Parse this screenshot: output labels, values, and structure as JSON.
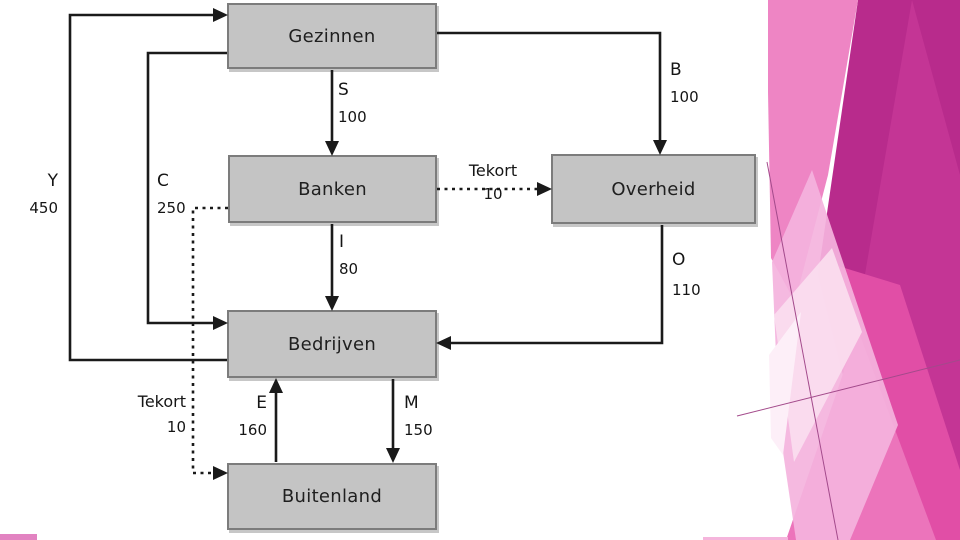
{
  "diagram": {
    "description": "Economische kringloop (circular flow) diagram",
    "nodes": [
      {
        "id": "gezinnen",
        "label": "Gezinnen"
      },
      {
        "id": "banken",
        "label": "Banken"
      },
      {
        "id": "overheid",
        "label": "Overheid"
      },
      {
        "id": "bedrijven",
        "label": "Bedrijven"
      },
      {
        "id": "buitenland",
        "label": "Buitenland"
      }
    ],
    "flows": [
      {
        "id": "Y",
        "label": "Y",
        "value": "450",
        "from": "Bedrijven",
        "to": "Gezinnen",
        "style": "solid"
      },
      {
        "id": "C",
        "label": "C",
        "value": "250",
        "from": "Gezinnen",
        "to": "Bedrijven",
        "style": "solid"
      },
      {
        "id": "S",
        "label": "S",
        "value": "100",
        "from": "Gezinnen",
        "to": "Banken",
        "style": "solid"
      },
      {
        "id": "B",
        "label": "B",
        "value": "100",
        "from": "Gezinnen",
        "to": "Overheid",
        "style": "solid"
      },
      {
        "id": "tekort-overheid",
        "label": "Tekort",
        "value": "10",
        "from": "Banken",
        "to": "Overheid",
        "style": "dotted"
      },
      {
        "id": "I",
        "label": "I",
        "value": "80",
        "from": "Banken",
        "to": "Bedrijven",
        "style": "solid"
      },
      {
        "id": "O",
        "label": "O",
        "value": "110",
        "from": "Overheid",
        "to": "Bedrijven",
        "style": "solid"
      },
      {
        "id": "tekort-buitenland",
        "label": "Tekort",
        "value": "10",
        "from": "Banken",
        "to": "Buitenland",
        "style": "dotted"
      },
      {
        "id": "E",
        "label": "E",
        "value": "160",
        "from": "Buitenland",
        "to": "Bedrijven",
        "style": "solid"
      },
      {
        "id": "M",
        "label": "M",
        "value": "150",
        "from": "Bedrijven",
        "to": "Buitenland",
        "style": "solid"
      }
    ],
    "colors": {
      "node_fill": "#c4c4c4",
      "node_border": "#7c7c7c",
      "line": "#1a1a1a"
    }
  },
  "decoration": {
    "theme": "facet-pink-slide-edge",
    "colors": {
      "light": "#ee85c4",
      "dark": "#b82b8c",
      "mid": "#c63797",
      "bright": "#e14ea6",
      "medium": "#ec74bb",
      "band": "#f4b3dd",
      "pale": "#fadcee",
      "palest": "#fdeff8",
      "hairline": "#a34a8b",
      "accent_bar": "#e283c1",
      "bottom_strip": "#f5b5dc"
    }
  }
}
